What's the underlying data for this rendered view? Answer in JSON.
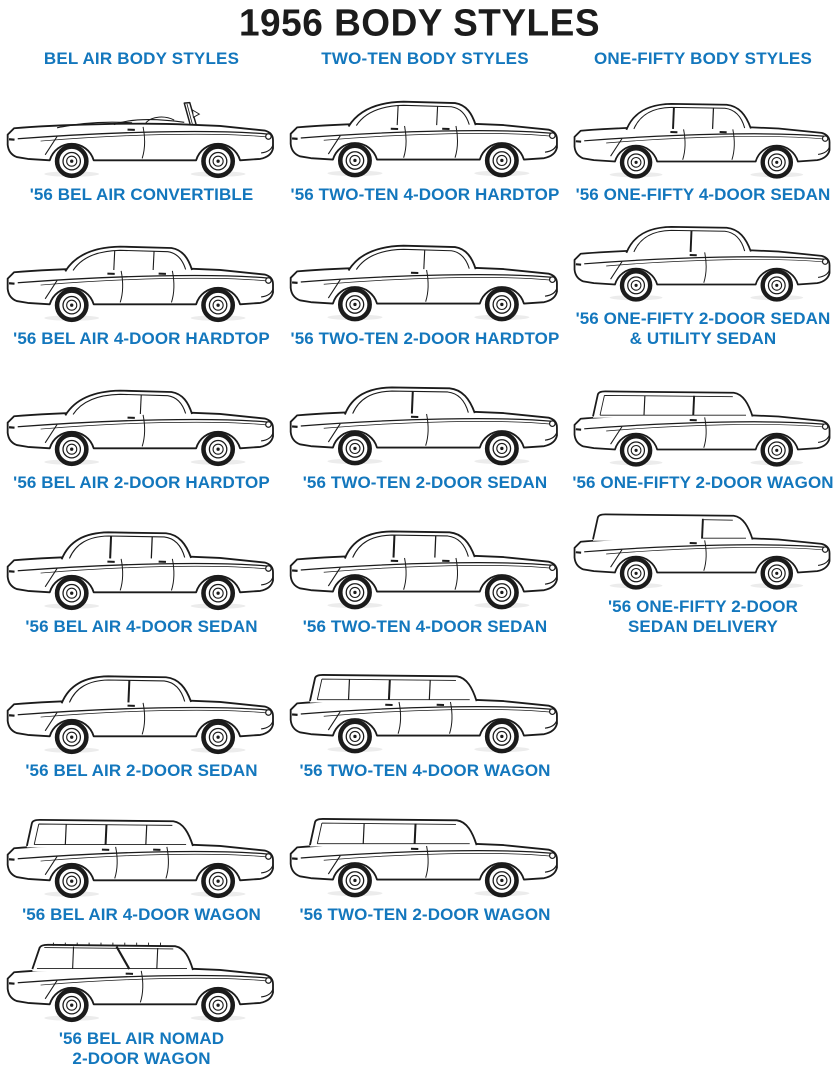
{
  "page": {
    "title": "1956 BODY STYLES",
    "title_color": "#1c1c1c",
    "accent_color": "#1377BD",
    "background": "#ffffff"
  },
  "columns": [
    {
      "id": "bel-air",
      "header": "BEL AIR BODY STYLES"
    },
    {
      "id": "two-ten",
      "header": "TWO-TEN BODY STYLES"
    },
    {
      "id": "one-fifty",
      "header": "ONE-FIFTY BODY STYLES"
    }
  ],
  "cells": [
    {
      "row": 1,
      "col": 1,
      "series": "bel-air",
      "body": "convertible",
      "icon": "convertible-car-drawing",
      "caption": "'56 BEL AIR CONVERTIBLE"
    },
    {
      "row": 1,
      "col": 2,
      "series": "two-ten",
      "body": "hardtop4",
      "icon": "four-door-hardtop-car-drawing",
      "caption": "'56 TWO-TEN 4-DOOR HARDTOP"
    },
    {
      "row": 1,
      "col": 3,
      "series": "one-fifty",
      "body": "sedan4",
      "icon": "four-door-sedan-car-drawing",
      "caption": "'56 ONE-FIFTY 4-DOOR SEDAN"
    },
    {
      "row": 2,
      "col": 1,
      "series": "bel-air",
      "body": "hardtop4",
      "icon": "four-door-hardtop-car-drawing",
      "caption": "'56 BEL AIR 4-DOOR HARDTOP"
    },
    {
      "row": 2,
      "col": 2,
      "series": "two-ten",
      "body": "hardtop2",
      "icon": "two-door-hardtop-car-drawing",
      "caption": "'56 TWO-TEN 2-DOOR HARDTOP"
    },
    {
      "row": 2,
      "col": 3,
      "series": "one-fifty",
      "body": "sedan2",
      "icon": "two-door-sedan-car-drawing",
      "caption": "'56 ONE-FIFTY 2-DOOR SEDAN\n& UTILITY SEDAN"
    },
    {
      "row": 3,
      "col": 1,
      "series": "bel-air",
      "body": "hardtop2",
      "icon": "two-door-hardtop-car-drawing",
      "caption": "'56 BEL AIR 2-DOOR HARDTOP"
    },
    {
      "row": 3,
      "col": 2,
      "series": "two-ten",
      "body": "sedan2",
      "icon": "two-door-sedan-car-drawing",
      "caption": "'56 TWO-TEN 2-DOOR SEDAN"
    },
    {
      "row": 3,
      "col": 3,
      "series": "one-fifty",
      "body": "wagon2",
      "icon": "two-door-wagon-car-drawing",
      "caption": "'56 ONE-FIFTY 2-DOOR WAGON"
    },
    {
      "row": 4,
      "col": 1,
      "series": "bel-air",
      "body": "sedan4",
      "icon": "four-door-sedan-car-drawing",
      "caption": "'56 BEL AIR 4-DOOR SEDAN"
    },
    {
      "row": 4,
      "col": 2,
      "series": "two-ten",
      "body": "sedan4",
      "icon": "four-door-sedan-car-drawing",
      "caption": "'56 TWO-TEN 4-DOOR SEDAN"
    },
    {
      "row": 4,
      "col": 3,
      "series": "one-fifty",
      "body": "delivery",
      "icon": "sedan-delivery-car-drawing",
      "caption": "'56 ONE-FIFTY 2-DOOR\nSEDAN DELIVERY"
    },
    {
      "row": 5,
      "col": 1,
      "series": "bel-air",
      "body": "sedan2",
      "icon": "two-door-sedan-car-drawing",
      "caption": "'56 BEL AIR 2-DOOR SEDAN"
    },
    {
      "row": 5,
      "col": 2,
      "series": "two-ten",
      "body": "wagon4",
      "icon": "four-door-wagon-car-drawing",
      "caption": "'56 TWO-TEN 4-DOOR WAGON"
    },
    {
      "row": 6,
      "col": 1,
      "series": "bel-air",
      "body": "wagon4",
      "icon": "four-door-wagon-car-drawing",
      "caption": "'56 BEL AIR 4-DOOR WAGON"
    },
    {
      "row": 6,
      "col": 2,
      "series": "two-ten",
      "body": "wagon2",
      "icon": "two-door-wagon-car-drawing",
      "caption": "'56 TWO-TEN 2-DOOR WAGON"
    },
    {
      "row": 7,
      "col": 1,
      "series": "bel-air",
      "body": "nomad",
      "icon": "nomad-wagon-car-drawing",
      "caption": "'56 BEL AIR NOMAD\n2-DOOR WAGON"
    }
  ]
}
